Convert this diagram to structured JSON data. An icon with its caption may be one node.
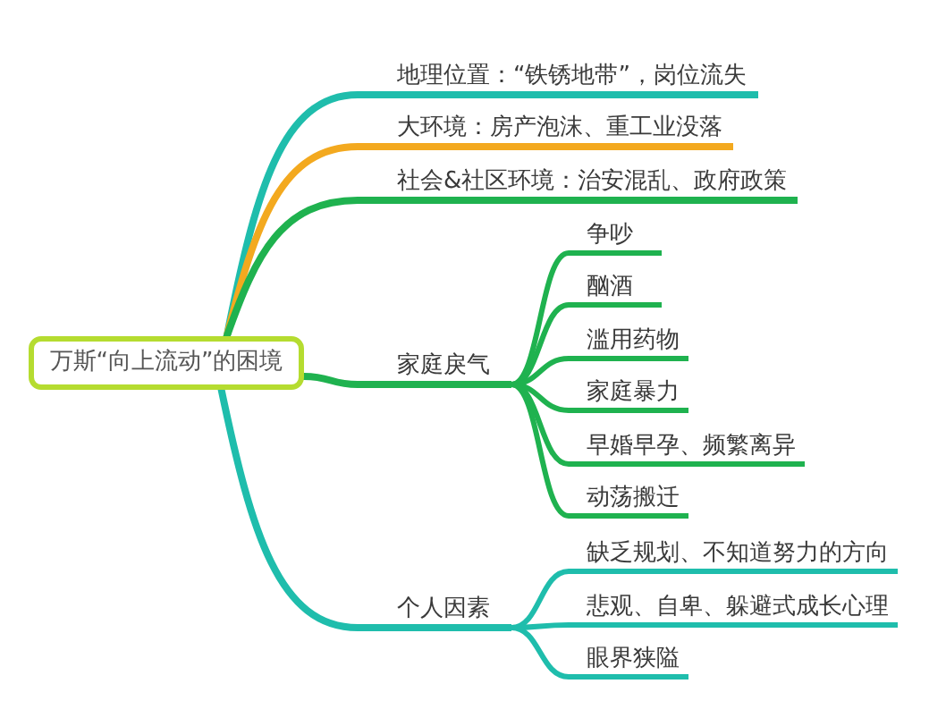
{
  "diagram": {
    "nodes": [
      {
        "text": [
          "万斯“向上流动”的困境"
        ]
      },
      {
        "text": [
          "地理位置：“铁锈地带”，岗位流失"
        ]
      },
      {
        "text": [
          "大环境：房产泡沫、重工业没落"
        ]
      },
      {
        "text": [
          "社会&社区环境：治安混乱、政府政策"
        ]
      },
      {
        "text": [
          "家庭戾气"
        ]
      },
      {
        "text": [
          "争吵"
        ]
      },
      {
        "text": [
          "酗酒"
        ]
      },
      {
        "text": [
          "滥用药物"
        ]
      },
      {
        "text": [
          "家庭暴力"
        ]
      },
      {
        "text": [
          "早婚早孕、频繁离异"
        ]
      },
      {
        "text": [
          "动荡搬迁"
        ]
      },
      {
        "text": [
          "个人因素"
        ]
      },
      {
        "text": [
          "缺乏规划、不知道努力的方向"
        ]
      },
      {
        "text": [
          "悲观、自卑、躲避式成长心理"
        ]
      },
      {
        "text": [
          "眼界狭隘"
        ]
      }
    ],
    "edges": [
      {
        "from": 0,
        "to": 1,
        "arrow": "none",
        "color": "#1fbdac"
      },
      {
        "from": 0,
        "to": 2,
        "arrow": "none",
        "color": "#f3a91f"
      },
      {
        "from": 0,
        "to": 3,
        "arrow": "none"
      },
      {
        "from": 0,
        "to": 4,
        "arrow": "none"
      },
      {
        "from": 4,
        "to": 5,
        "arrow": "none"
      },
      {
        "from": 4,
        "to": 6,
        "arrow": "none"
      },
      {
        "from": 4,
        "to": 7,
        "arrow": "none"
      },
      {
        "from": 4,
        "to": 8,
        "arrow": "none"
      },
      {
        "from": 4,
        "to": 9,
        "arrow": "none"
      },
      {
        "from": 4,
        "to": 10,
        "arrow": "none"
      },
      {
        "from": 0,
        "to": 11,
        "arrow": "none",
        "color": "#1fbdac"
      },
      {
        "from": 11,
        "to": 12,
        "arrow": "none",
        "color": "#1fbdac"
      },
      {
        "from": 11,
        "to": 13,
        "arrow": "none",
        "color": "#1fbdac"
      },
      {
        "from": 11,
        "to": 14,
        "arrow": "none",
        "color": "#1fbdac"
      }
    ]
  }
}
